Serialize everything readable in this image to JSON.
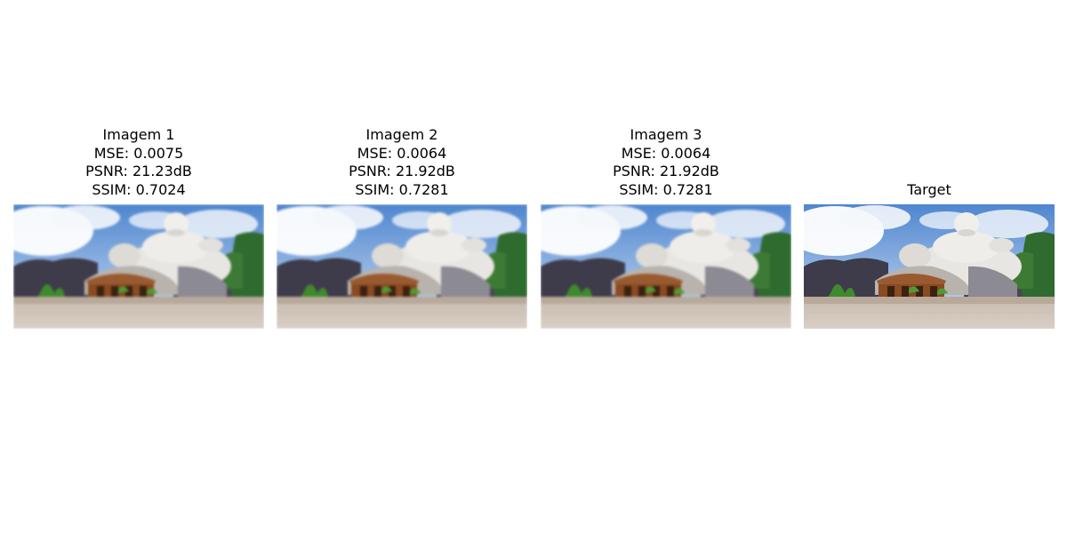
{
  "panels": [
    {
      "id": "imagem-1",
      "lines": [
        "Imagem 1",
        "MSE: 0.0075",
        "PSNR: 21.23dB",
        "SSIM: 0.7024"
      ],
      "blurred": true
    },
    {
      "id": "imagem-2",
      "lines": [
        "Imagem 2",
        "MSE: 0.0064",
        "PSNR: 21.92dB",
        "SSIM: 0.7281"
      ],
      "blurred": true
    },
    {
      "id": "imagem-3",
      "lines": [
        "Imagem 3",
        "MSE: 0.0064",
        "PSNR: 21.92dB",
        "SSIM: 0.7281"
      ],
      "blurred": true
    },
    {
      "id": "target",
      "lines": [
        "Target"
      ],
      "blurred": false
    }
  ],
  "colors": {
    "sky": "#4f86cf",
    "sky_light": "#cfe0f5",
    "statue": "#e8e6e2",
    "rocks": "#3e3b4a",
    "foliage": "#2f6b2e",
    "pavement": "#d9cfc6",
    "wood": "#8a4a22"
  }
}
